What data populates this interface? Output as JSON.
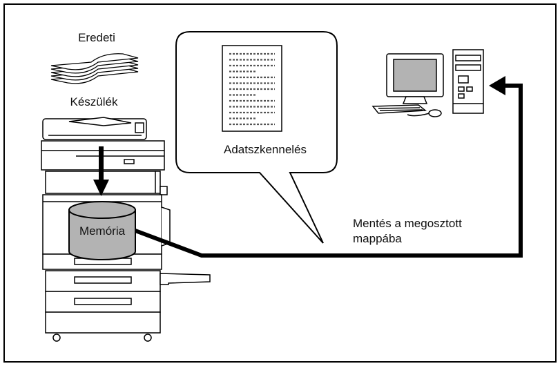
{
  "labels": {
    "original": "Eredeti",
    "device": "Készülék",
    "scan": "Adatszkennelés",
    "memory": "Memória",
    "save_line1": "Mentés a megosztott",
    "save_line2": "mappába"
  },
  "colors": {
    "frame": "#000000",
    "memory_fill": "#b3b3b3",
    "monitor_screen": "#b3b3b3",
    "arrow": "#000000"
  },
  "icons": [
    "paper-stack-icon",
    "copier-device-icon",
    "scanned-document-icon",
    "desktop-computer-icon"
  ]
}
